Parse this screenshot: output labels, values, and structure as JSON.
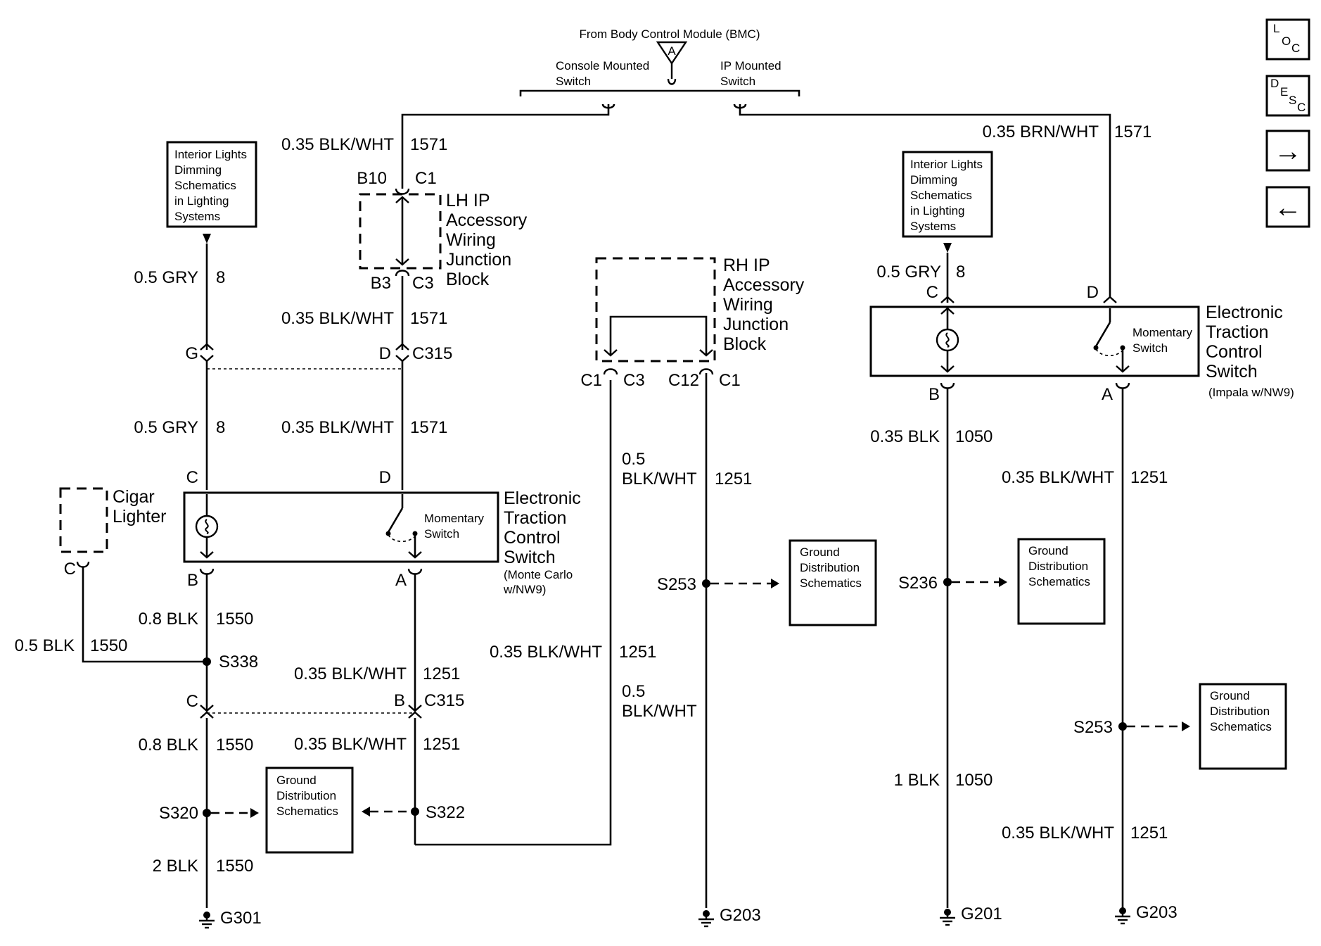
{
  "bcm": {
    "title": "From Body Control Module (BMC)",
    "connector": "A",
    "left_switch": [
      "Console Mounted",
      "Switch"
    ],
    "right_switch": [
      "IP Mounted",
      "Switch"
    ]
  },
  "nav": {
    "loc": [
      "L",
      "O",
      "C"
    ],
    "desc": [
      "D",
      "E",
      "S",
      "C"
    ],
    "next": "→",
    "prev": "←"
  },
  "ref_boxes": {
    "lighting": [
      "Interior Lights",
      "Dimming",
      "Schematics",
      "in Lighting",
      "Systems"
    ],
    "ground": [
      "Ground",
      "Distribution",
      "Schematics"
    ]
  },
  "components": {
    "lh_block": [
      "LH IP",
      "Accessory",
      "Wiring",
      "Junction",
      "Block"
    ],
    "rh_block": [
      "RH IP",
      "Accessory",
      "Wiring",
      "Junction",
      "Block"
    ],
    "etc_switch": [
      "Electronic",
      "Traction",
      "Control",
      "Switch"
    ],
    "monte_carlo": [
      "(Monte Carlo",
      "w/NW9)"
    ],
    "impala": "(Impala w/NW9)",
    "momentary": [
      "Momentary",
      "Switch"
    ],
    "cigar": [
      "Cigar",
      "Lighter"
    ]
  },
  "wires": {
    "w1": "0.35 BLK/WHT",
    "c1": "1571",
    "w2": "0.35 BLK/WHT",
    "c2": "1571",
    "w3": "0.35 BLK/WHT",
    "c3": "1571",
    "w4": "0.35 BRN/WHT",
    "c4": "1571",
    "g1": "0.5 GRY",
    "gc1": "8",
    "g2": "0.5 GRY",
    "gc2": "8",
    "g3": "0.5 GRY",
    "gc3": "8",
    "b1": "0.8 BLK",
    "bc1": "1550",
    "b2": "0.5 BLK",
    "bc2": "1550",
    "b3": "0.8 BLK",
    "bc3": "1550",
    "b4": "2 BLK",
    "bc4": "1550",
    "e1": "0.35 BLK/WHT",
    "ec1": "1251",
    "e2": "0.35 BLK/WHT",
    "ec2": "1251",
    "e3": "0.35 BLK/WHT",
    "ec3": "1251",
    "h1": [
      "0.5",
      "BLK/WHT"
    ],
    "hc1": "1251",
    "h2": [
      "0.5",
      "BLK/WHT"
    ],
    "k1": "0.35 BLK",
    "kc1": "1050",
    "k2": "1 BLK",
    "kc2": "1050",
    "r1": "0.35 BLK/WHT",
    "rc1": "1251",
    "r2": "0.35 BLK/WHT",
    "rc2": "1251"
  },
  "pins": {
    "b10": "B10",
    "c1": "C1",
    "b3": "B3",
    "c3": "C3",
    "g": "G",
    "d": "D",
    "c315": "C315",
    "c": "C",
    "b": "B",
    "a": "A",
    "c12": "C12",
    "cb": "C",
    "cd": "D"
  },
  "splices": {
    "s338": "S338",
    "s320": "S320",
    "s322": "S322",
    "s253a": "S253",
    "s236": "S236",
    "s253b": "S253"
  },
  "grounds": {
    "g301": "G301",
    "g203a": "G203",
    "g201": "G201",
    "g203b": "G203"
  }
}
